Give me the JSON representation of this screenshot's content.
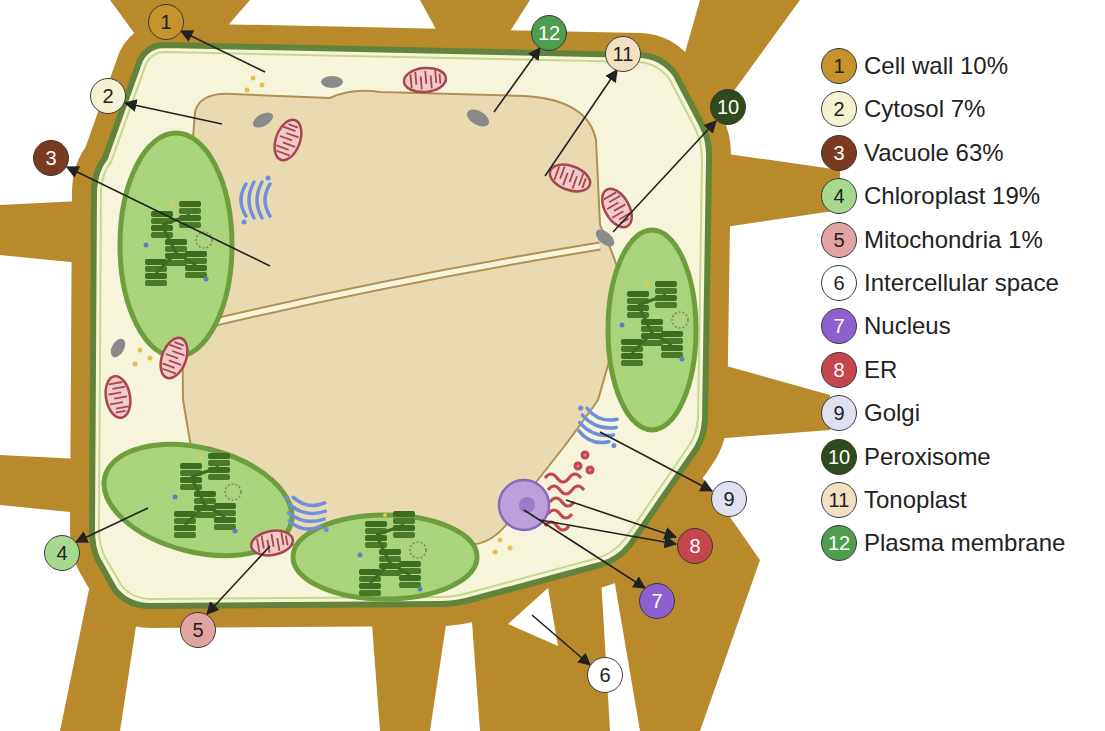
{
  "diagram": {
    "labels": [
      "1",
      "2",
      "3",
      "12",
      "11",
      "10",
      "9",
      "8",
      "7",
      "4",
      "5",
      "6",
      "1",
      "2",
      "3",
      "4",
      "5",
      "6",
      "7",
      "8",
      "9",
      "10",
      "11",
      "12"
    ],
    "legend": [
      {
        "text": "Cell wall 10%",
        "color": "#c5922b"
      },
      {
        "text": "Cytosol 7%",
        "color": "#f5f1d3"
      },
      {
        "text": "Vacuole 63%",
        "color": "#7b3b1e"
      },
      {
        "text": "Chloroplast 19%",
        "color": "#a6d98e"
      },
      {
        "text": "Mitochondria 1%",
        "color": "#e2a3a3"
      },
      {
        "text": "Intercellular space",
        "color": "#ffffff"
      },
      {
        "text": "Nucleus",
        "color": "#8e5fcf"
      },
      {
        "text": "ER",
        "color": "#c5464c"
      },
      {
        "text": "Golgi",
        "color": "#dfe1f1"
      },
      {
        "text": "Peroxisome",
        "color": "#2f4a1c"
      },
      {
        "text": "Tonoplast",
        "color": "#f1e1c1"
      },
      {
        "text": "Plasma membrane",
        "color": "#4f9d4f"
      }
    ]
  }
}
